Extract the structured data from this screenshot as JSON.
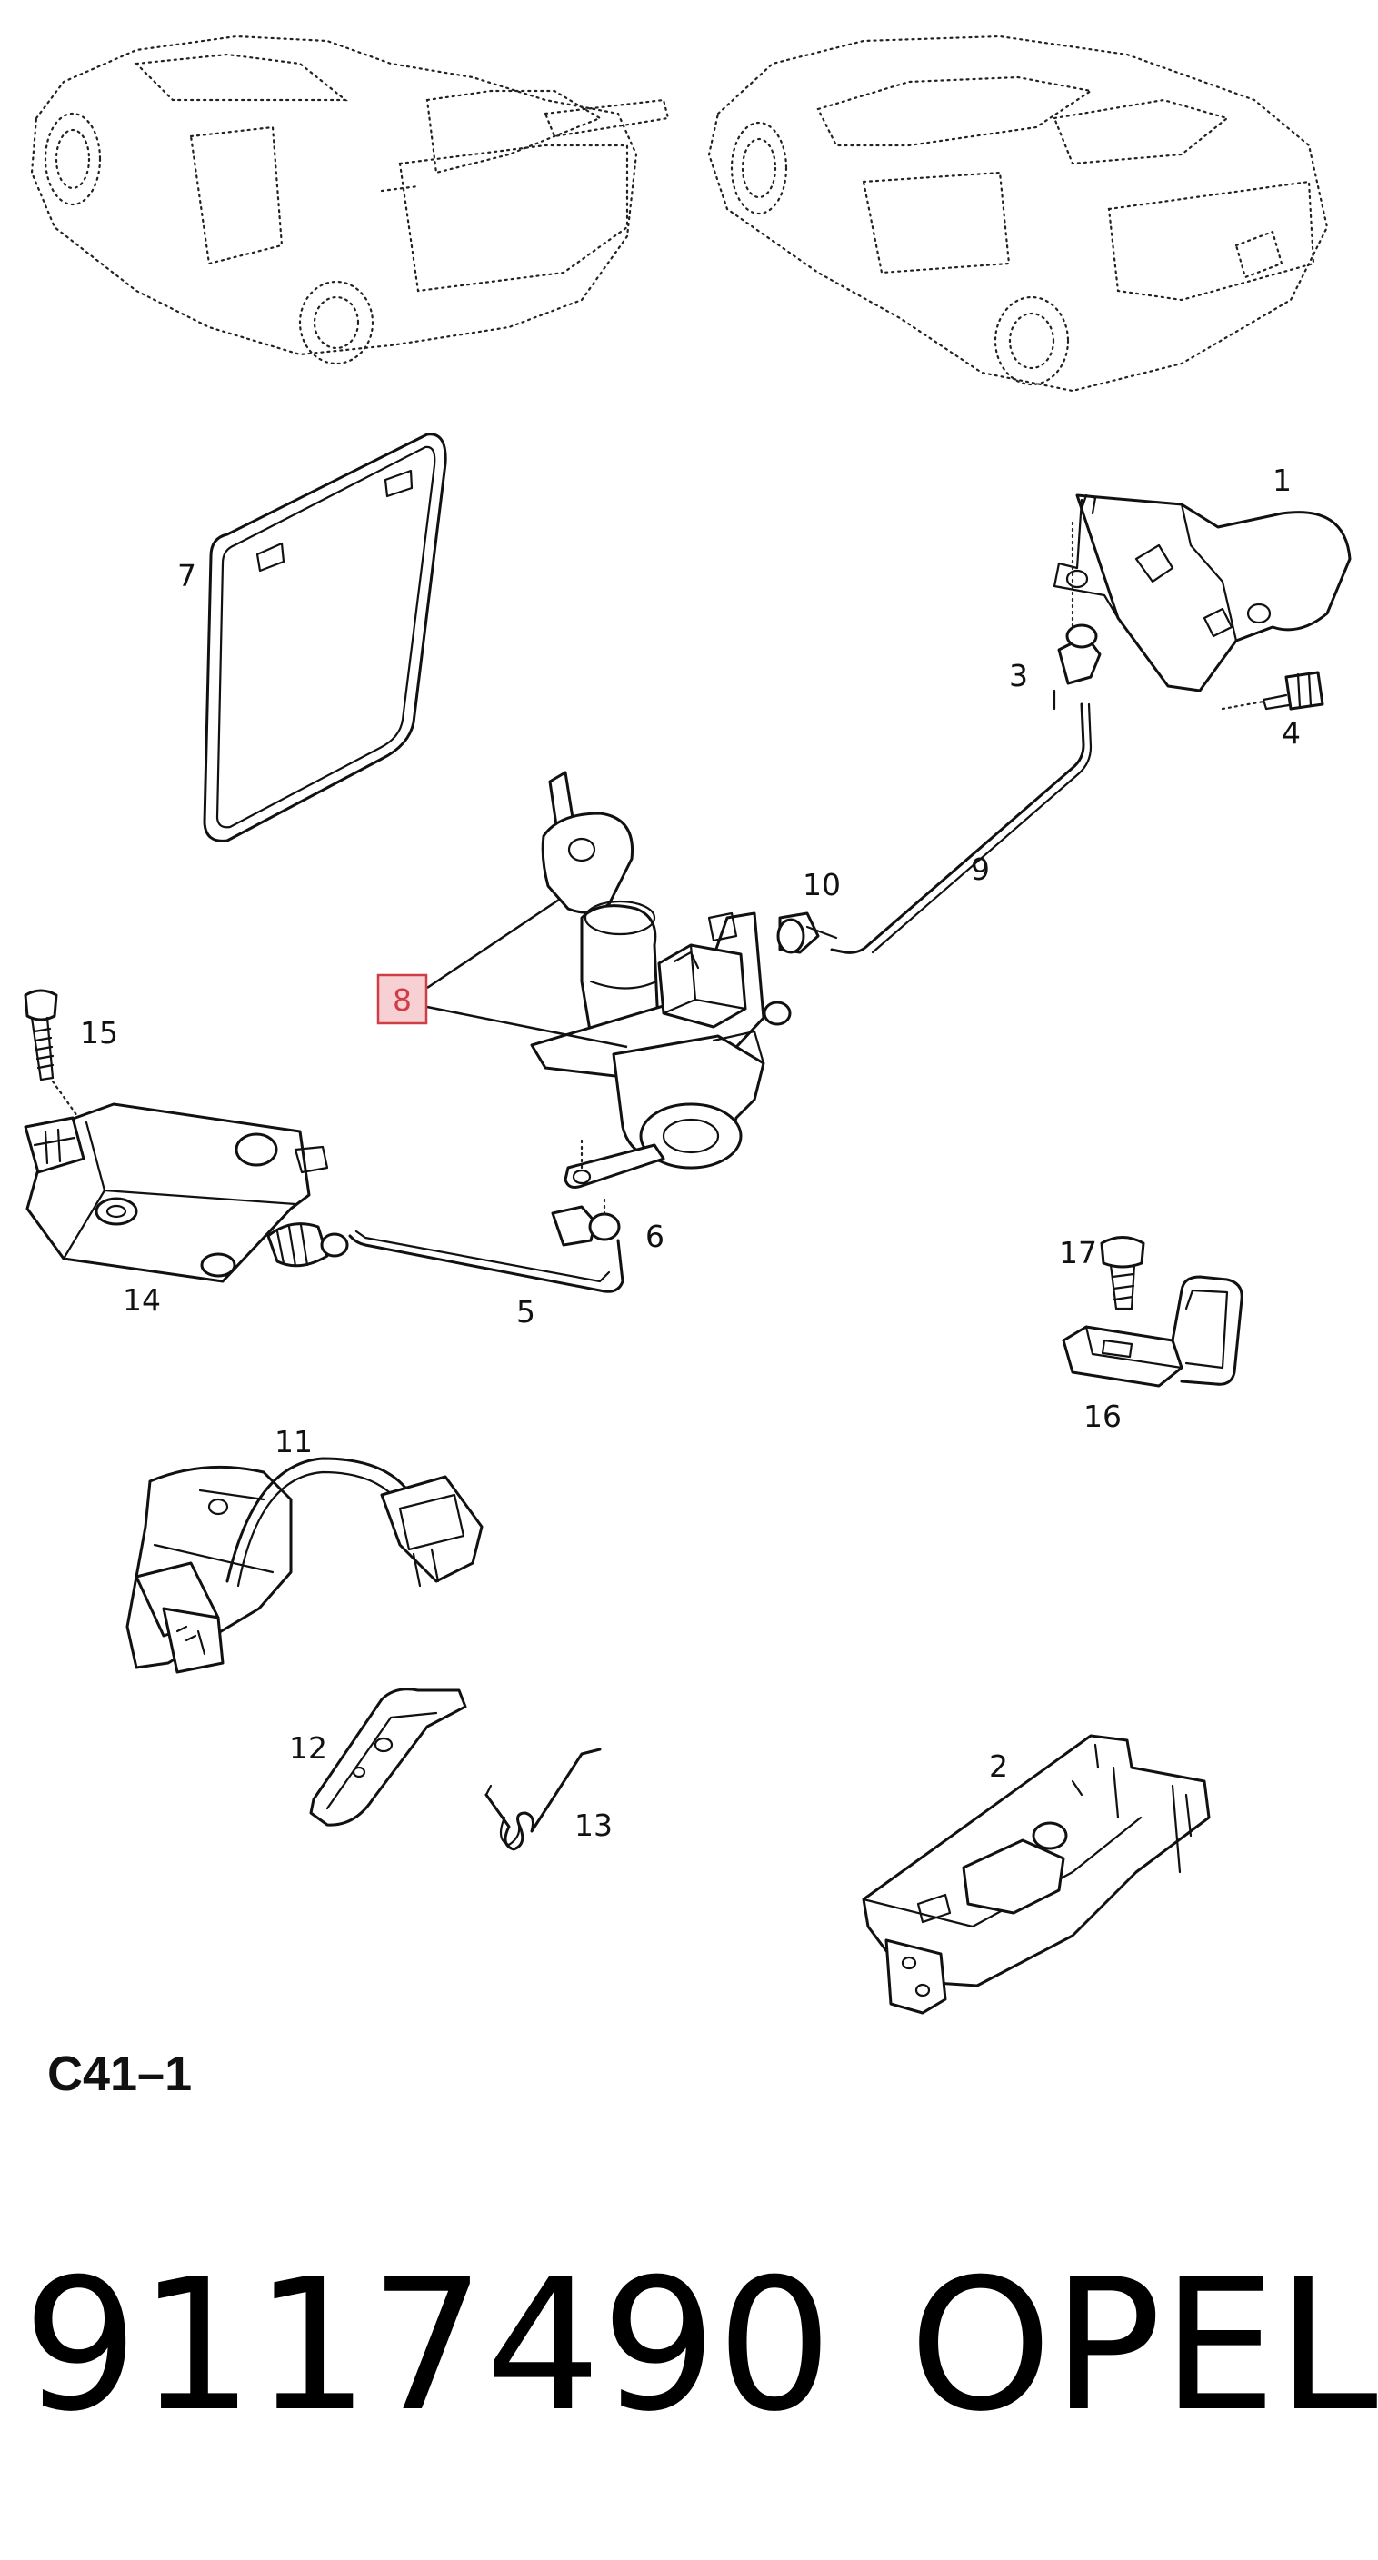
{
  "callouts": {
    "c1": "1",
    "c2": "2",
    "c3": "3",
    "c4": "4",
    "c5": "5",
    "c6": "6",
    "c7": "7",
    "c8": "8",
    "c9": "9",
    "c10": "10",
    "c11": "11",
    "c12": "12",
    "c13": "13",
    "c14": "14",
    "c15": "15",
    "c16": "16",
    "c17": "17"
  },
  "highlight": {
    "callout": "8",
    "color": "#cf3e45",
    "fill": "#f6d0d2"
  },
  "diagram_code": "C41–1",
  "footer": {
    "part_number": "9117490",
    "brand": "OPEL"
  },
  "icons": [
    "hatchback-car-outline",
    "convertible-car-outline",
    "cover-plate",
    "lock-cylinder-with-key",
    "lock-actuator",
    "latch-plate"
  ]
}
